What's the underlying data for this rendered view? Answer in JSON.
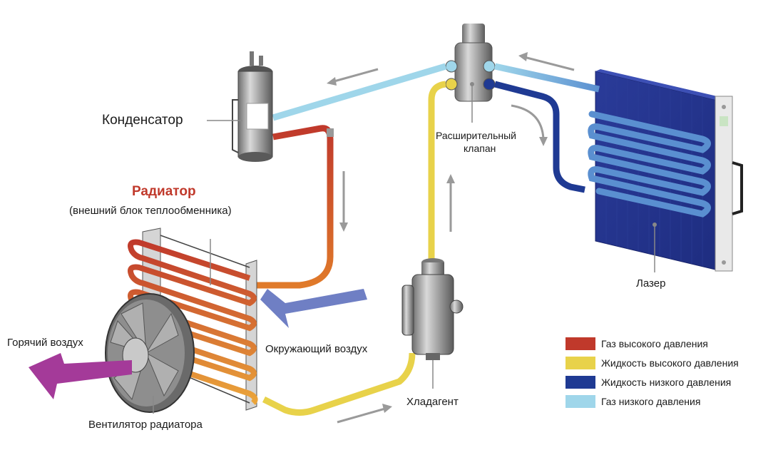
{
  "labels": {
    "condenser": "Конденсатор",
    "radiator_title": "Радиатор",
    "radiator_subtitle": "(внешний блок теплообменника)",
    "expansion_valve_line1": "Расширительный",
    "expansion_valve_line2": "клапан",
    "laser": "Лазер",
    "hot_air": "Горячий воздух",
    "ambient_air": "Окружающий воздух",
    "radiator_fan": "Вентилятор радиатора",
    "refrigerant": "Хладагент"
  },
  "legend": [
    {
      "label": "Газ высокого давления",
      "color": "#c0392b"
    },
    {
      "label": "Жидкость высокого давления",
      "color": "#e8d24a"
    },
    {
      "label": "Жидкость низкого давления",
      "color": "#1f3a93"
    },
    {
      "label": "Газ низкого давления",
      "color": "#9fd6ea"
    }
  ],
  "colors": {
    "high_pressure_gas": "#c0392b",
    "high_pressure_liquid": "#e8d24a",
    "low_pressure_liquid": "#1f3a93",
    "low_pressure_gas": "#9fd6ea",
    "radiator_title": "#c0392b",
    "hot_air_arrow": "#a43a99",
    "ambient_air_arrow": "#6f7fc4",
    "flow_arrow": "#9a9a9a",
    "laser_panel": "#2b3f9e"
  }
}
